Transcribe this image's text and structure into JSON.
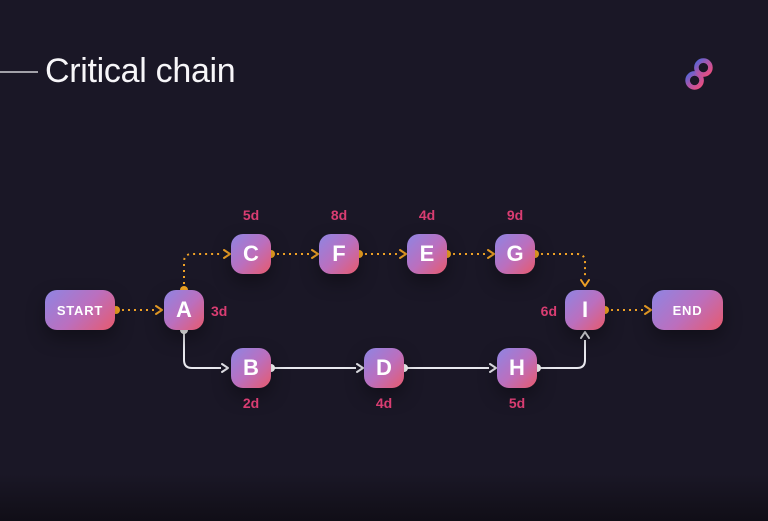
{
  "page": {
    "title": "Critical chain"
  },
  "logo": {
    "name": "brand-logo",
    "gradient_from": "#5566d8",
    "gradient_to": "#ee4e7c"
  },
  "colors": {
    "background": "#1a1726",
    "node_gradient_from": "#8e85e3",
    "node_gradient_to": "#e75a6d",
    "critical_edge": "#f0a226",
    "normal_edge": "#e9e9ef",
    "duration_label": "#d93d72",
    "title_text": "#f7f6f9"
  },
  "diagram": {
    "nodes": {
      "START": {
        "label": "START"
      },
      "A": {
        "label": "A",
        "duration": "3d"
      },
      "B": {
        "label": "B",
        "duration": "2d"
      },
      "C": {
        "label": "C",
        "duration": "5d"
      },
      "D": {
        "label": "D",
        "duration": "4d"
      },
      "E": {
        "label": "E",
        "duration": "4d"
      },
      "F": {
        "label": "F",
        "duration": "8d"
      },
      "G": {
        "label": "G",
        "duration": "9d"
      },
      "H": {
        "label": "H",
        "duration": "5d"
      },
      "I": {
        "label": "I",
        "duration": "6d"
      },
      "END": {
        "label": "END"
      }
    },
    "critical_path": [
      "START",
      "A",
      "C",
      "F",
      "E",
      "G",
      "I",
      "END"
    ],
    "secondary_path": [
      "A",
      "B",
      "D",
      "H",
      "I"
    ],
    "edges": [
      {
        "from": "START",
        "to": "A",
        "type": "critical"
      },
      {
        "from": "A",
        "to": "C",
        "type": "critical"
      },
      {
        "from": "C",
        "to": "F",
        "type": "critical"
      },
      {
        "from": "F",
        "to": "E",
        "type": "critical"
      },
      {
        "from": "E",
        "to": "G",
        "type": "critical"
      },
      {
        "from": "G",
        "to": "I",
        "type": "critical"
      },
      {
        "from": "I",
        "to": "END",
        "type": "critical"
      },
      {
        "from": "A",
        "to": "B",
        "type": "normal"
      },
      {
        "from": "B",
        "to": "D",
        "type": "normal"
      },
      {
        "from": "D",
        "to": "H",
        "type": "normal"
      },
      {
        "from": "H",
        "to": "I",
        "type": "normal"
      }
    ]
  }
}
